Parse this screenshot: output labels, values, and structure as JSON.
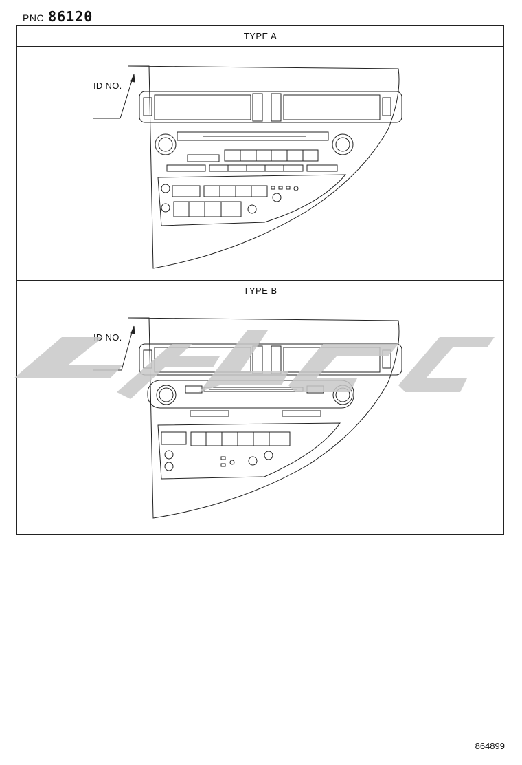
{
  "pnc_label": "PNC",
  "pnc_number": "86120",
  "type_a": {
    "title": "TYPE A",
    "id_label": "ID NO."
  },
  "type_b": {
    "title": "TYPE B",
    "id_label": "ID NO."
  },
  "reference_number": "864899",
  "colors": {
    "line": "#222222",
    "watermark": "#c8c8c8",
    "background": "#ffffff"
  }
}
